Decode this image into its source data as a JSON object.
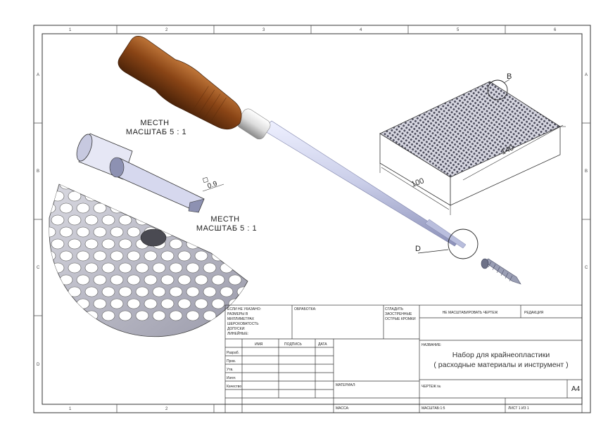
{
  "drawing": {
    "zone_columns": [
      "1",
      "2",
      "3",
      "4",
      "5",
      "6"
    ],
    "zone_rows": [
      "A",
      "B",
      "C",
      "D"
    ],
    "detail_view_1": {
      "line1": "МЕСТН",
      "line2": "МАСШТАБ 5 : 1"
    },
    "detail_view_2": {
      "line1": "МЕСТН",
      "line2": "МАСШТАБ 5 : 1"
    },
    "detail_label_b": "B",
    "detail_label_d": "D",
    "dim_tip": "0.9",
    "dim_length": "140",
    "dim_width": "100"
  },
  "title_block": {
    "notes_header": "ЕСЛИ НЕ УКАЗАНО: РАЗМЕРЫ В МИЛЛИМЕТРАХ ШЕРОХОВАТОСТЬ ДОПУСКИ: ЛИНЕЙНЫЕ: УГЛОВЫЕ:",
    "finish_label": "ОБРАБОТКА:",
    "deburr_label": "СГЛАДИТЬ ЗАОСТРЕННЫЕ ОСТРЫЕ КРОМКИ",
    "no_scale_label": "НЕ МАСШТАБИРОВАТЬ ЧЕРТЕЖ",
    "revision_label": "РЕДАКЦИЯ",
    "col_name": "ИМЯ",
    "col_signature": "ПОДПИСЬ",
    "col_date": "ДАТА",
    "rows": [
      "Разраб.",
      "Пров.",
      "Утв.",
      "Изгот.",
      "Качество"
    ],
    "name_label": "НАЗВАНИЕ:",
    "title_line1": "Набор для крайнеопластики",
    "title_line2": "( расходные материалы и инструмент )",
    "material_label": "МАТЕРИАЛ:",
    "drawing_number_label": "ЧЕРТЕЖ №",
    "sheet_format": "A4",
    "mass_label": "МАССА:",
    "scale_label": "МАСШТАБ:1:5",
    "sheet_label": "ЛИСТ 1 ИЗ 1"
  },
  "colors": {
    "handle": "#8a4516",
    "shaft": "#c9cde8",
    "mesh": "#9a9aaa",
    "line": "#333333"
  }
}
